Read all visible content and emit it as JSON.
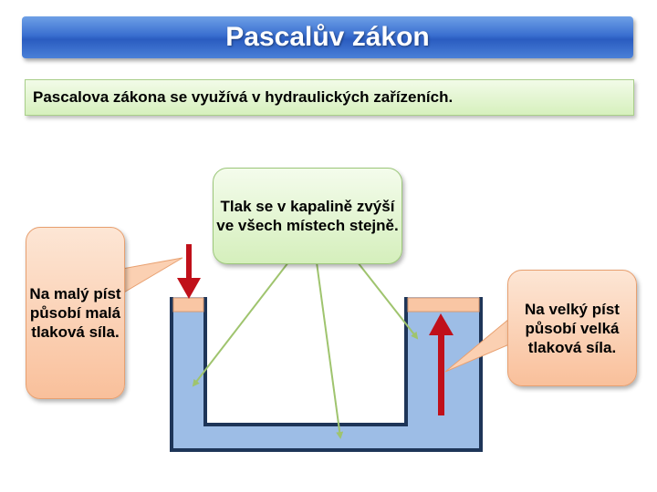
{
  "title": "Pascalův zákon",
  "subtitle": "Pascalova zákona se využívá v hydraulických zařízeních.",
  "callouts": {
    "center": "Tlak se v kapalině zvýší ve všech místech stejně.",
    "left": "Na malý píst působí malá tlaková síla.",
    "right": "Na velký píst působí velká tlaková síla."
  },
  "colors": {
    "title_blue": "#2a5cc0",
    "liquid": "#9dbde6",
    "container_border": "#1e3558",
    "piston": "#f9c6a4",
    "force_arrow": "#c0101a",
    "pointer_arrow": "#9fc46e"
  }
}
